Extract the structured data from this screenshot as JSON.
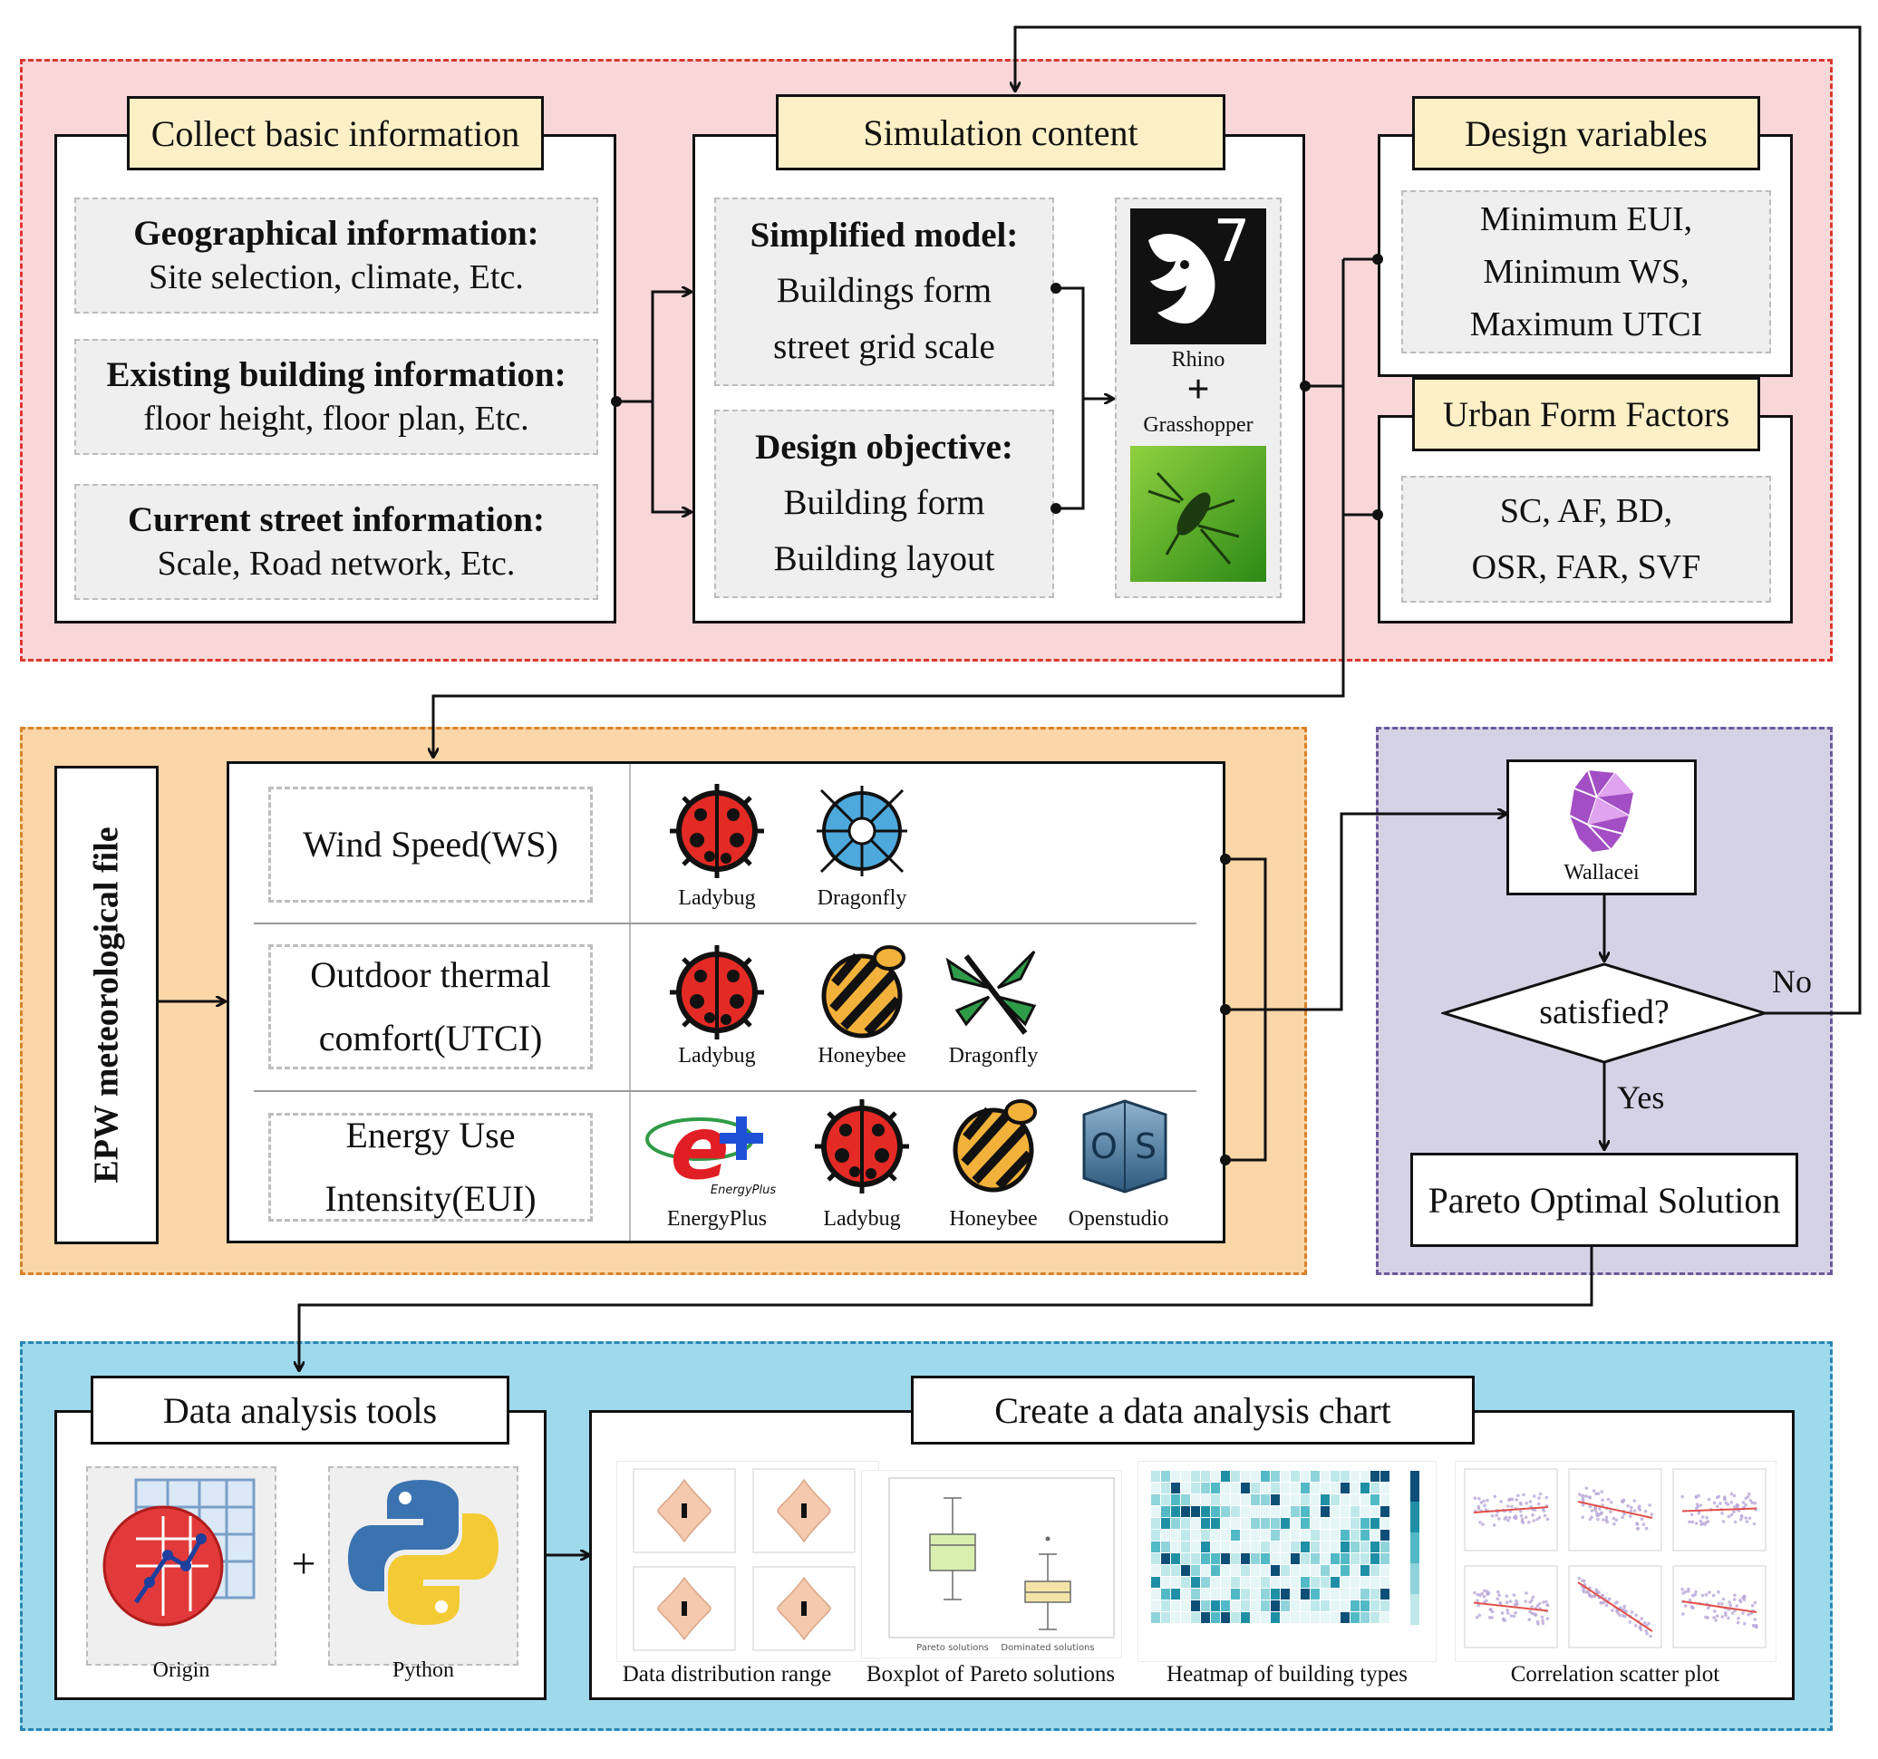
{
  "colors": {
    "pink_region": "#f9d7d9",
    "pink_border": "#d9382f",
    "orange_region": "#fbd6a8",
    "orange_border": "#d9822b",
    "purple_region": "#d6d2e6",
    "purple_border": "#6b5b9a",
    "blue_region": "#9ed9ec",
    "blue_border": "#2a86b4",
    "title_fill": "#fdf0c6"
  },
  "collect": {
    "title": "Collect basic information",
    "cards": [
      {
        "heading": "Geographical information:",
        "text": "Site selection, climate, Etc."
      },
      {
        "heading": "Existing building information:",
        "text": "floor height, floor plan, Etc."
      },
      {
        "heading": "Current street information:",
        "text": "Scale, Road network, Etc."
      }
    ]
  },
  "simulation": {
    "title": "Simulation content",
    "cards": [
      {
        "heading": "Simplified model:",
        "lines": [
          "Buildings form",
          "street grid scale"
        ]
      },
      {
        "heading": "Design objective:",
        "lines": [
          "Building form",
          "Building layout"
        ]
      }
    ],
    "rhino_label": "Rhino",
    "plus": "+",
    "grasshopper_label": "Grasshopper",
    "rhino_version": "7"
  },
  "design_variables": {
    "title": "Design variables",
    "lines": [
      "Minimum EUI,",
      "Minimum WS,",
      "Maximum UTCI"
    ]
  },
  "urban_form": {
    "title": "Urban Form Factors",
    "lines": [
      "SC, AF, BD,",
      "OSR, FAR, SVF"
    ]
  },
  "epw": {
    "label": "EPW meteorological file",
    "rows": [
      {
        "label_lines": [
          "Wind Speed(WS)"
        ],
        "tools": [
          "Ladybug",
          "Dragonfly"
        ]
      },
      {
        "label_lines": [
          "Outdoor thermal",
          "comfort(UTCI)"
        ],
        "tools": [
          "Ladybug",
          "Honeybee",
          "Dragonfly"
        ]
      },
      {
        "label_lines": [
          "Energy Use",
          "Intensity(EUI)"
        ],
        "tools": [
          "EnergyPlus",
          "Ladybug",
          "Honeybee",
          "Openstudio"
        ]
      }
    ],
    "energyplus_small": "EnergyPlus"
  },
  "optimization": {
    "wallacei_label": "Wallacei",
    "decision": "satisfied?",
    "no_label": "No",
    "yes_label": "Yes",
    "result": "Pareto Optimal Solution"
  },
  "analysis_tools": {
    "title": "Data analysis tools",
    "tools": [
      "Origin",
      "Python"
    ],
    "plus": "+"
  },
  "analysis_chart": {
    "title": "Create a data analysis chart",
    "charts": [
      "Data distribution range",
      "Boxplot of Pareto solutions",
      "Heatmap of building types",
      "Correlation scatter plot"
    ],
    "boxplot_categories": [
      "Pareto solutions",
      "Dominated solutions"
    ]
  }
}
